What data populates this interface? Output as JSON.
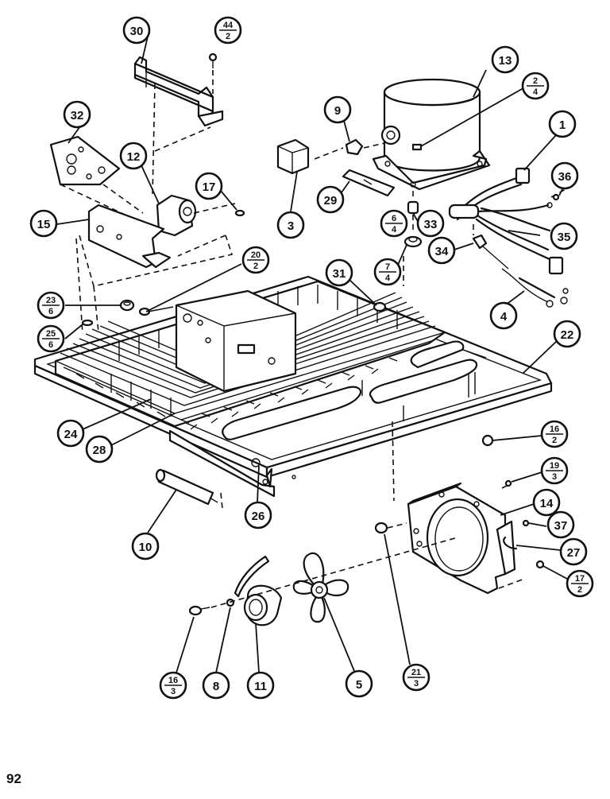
{
  "page_number": "92",
  "callouts": [
    {
      "id": "c30",
      "label": "30"
    },
    {
      "id": "c44",
      "num": "44",
      "den": "2"
    },
    {
      "id": "c13",
      "label": "13"
    },
    {
      "id": "c9",
      "label": "9"
    },
    {
      "id": "c2",
      "num": "2",
      "den": "4"
    },
    {
      "id": "c32",
      "label": "32"
    },
    {
      "id": "c12",
      "label": "12"
    },
    {
      "id": "c17a",
      "label": "17"
    },
    {
      "id": "c1",
      "label": "1"
    },
    {
      "id": "c36",
      "label": "36"
    },
    {
      "id": "c15",
      "label": "15"
    },
    {
      "id": "c3",
      "label": "3"
    },
    {
      "id": "c29",
      "label": "29"
    },
    {
      "id": "c6",
      "num": "6",
      "den": "4"
    },
    {
      "id": "c33",
      "label": "33"
    },
    {
      "id": "c35",
      "label": "35"
    },
    {
      "id": "c20",
      "num": "20",
      "den": "2"
    },
    {
      "id": "c34",
      "label": "34"
    },
    {
      "id": "c7",
      "num": "7",
      "den": "4"
    },
    {
      "id": "c31",
      "label": "31"
    },
    {
      "id": "c23",
      "num": "23",
      "den": "6"
    },
    {
      "id": "c4",
      "label": "4"
    },
    {
      "id": "c25",
      "num": "25",
      "den": "6"
    },
    {
      "id": "c22",
      "label": "22"
    },
    {
      "id": "c24",
      "label": "24"
    },
    {
      "id": "c28",
      "label": "28"
    },
    {
      "id": "c16a",
      "num": "16",
      "den": "2"
    },
    {
      "id": "c19",
      "num": "19",
      "den": "3"
    },
    {
      "id": "c26",
      "label": "26"
    },
    {
      "id": "c14",
      "label": "14"
    },
    {
      "id": "c10",
      "label": "10"
    },
    {
      "id": "c37",
      "label": "37"
    },
    {
      "id": "c27",
      "label": "27"
    },
    {
      "id": "c17b",
      "num": "17",
      "den": "2"
    },
    {
      "id": "c21",
      "num": "21",
      "den": "3"
    },
    {
      "id": "c16b",
      "num": "16",
      "den": "3"
    },
    {
      "id": "c8",
      "label": "8"
    },
    {
      "id": "c11",
      "label": "11"
    },
    {
      "id": "c5",
      "label": "5"
    }
  ]
}
